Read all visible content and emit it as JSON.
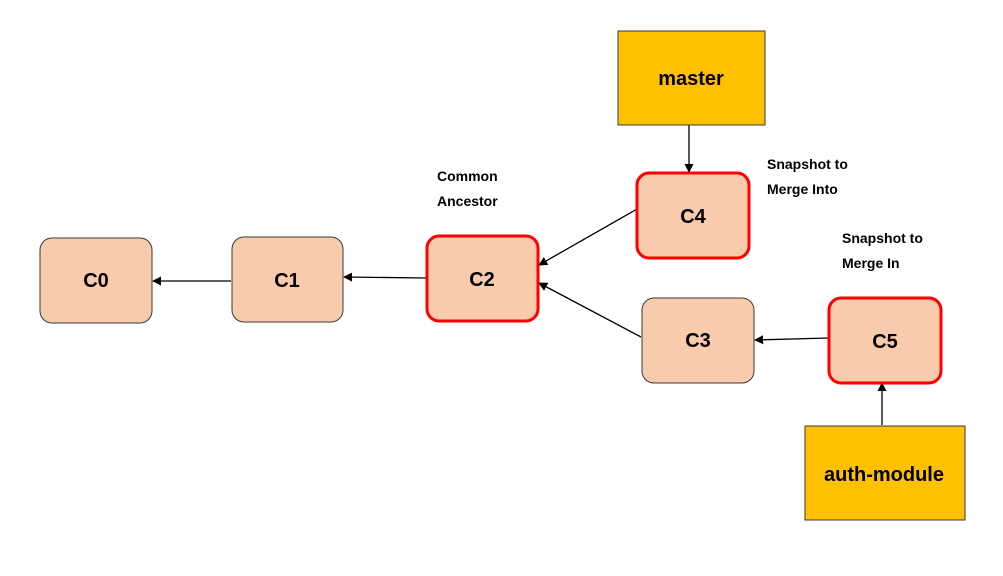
{
  "colors": {
    "commit_fill": "#F8CBAD",
    "highlight_stroke": "#FF0000",
    "branch_fill": "#FFC000"
  },
  "commits": [
    {
      "id": "c0",
      "label": "C0",
      "highlight": false
    },
    {
      "id": "c1",
      "label": "C1",
      "highlight": false
    },
    {
      "id": "c2",
      "label": "C2",
      "highlight": true
    },
    {
      "id": "c3",
      "label": "C3",
      "highlight": false
    },
    {
      "id": "c4",
      "label": "C4",
      "highlight": true
    },
    {
      "id": "c5",
      "label": "C5",
      "highlight": true
    }
  ],
  "branches": [
    {
      "id": "master",
      "label": "master",
      "points_to": "C4"
    },
    {
      "id": "auth-module",
      "label": "auth-module",
      "points_to": "C5"
    }
  ],
  "annotations": {
    "common_ancestor": [
      "Common",
      "Ancestor"
    ],
    "merge_into": [
      "Snapshot to",
      "Merge Into"
    ],
    "merge_in": [
      "Snapshot to",
      "Merge In"
    ]
  },
  "edges": [
    {
      "from": "C1",
      "to": "C0"
    },
    {
      "from": "C2",
      "to": "C1"
    },
    {
      "from": "C4",
      "to": "C2"
    },
    {
      "from": "C3",
      "to": "C2"
    },
    {
      "from": "C5",
      "to": "C3"
    },
    {
      "from": "master",
      "to": "C4"
    },
    {
      "from": "auth-module",
      "to": "C5"
    }
  ]
}
